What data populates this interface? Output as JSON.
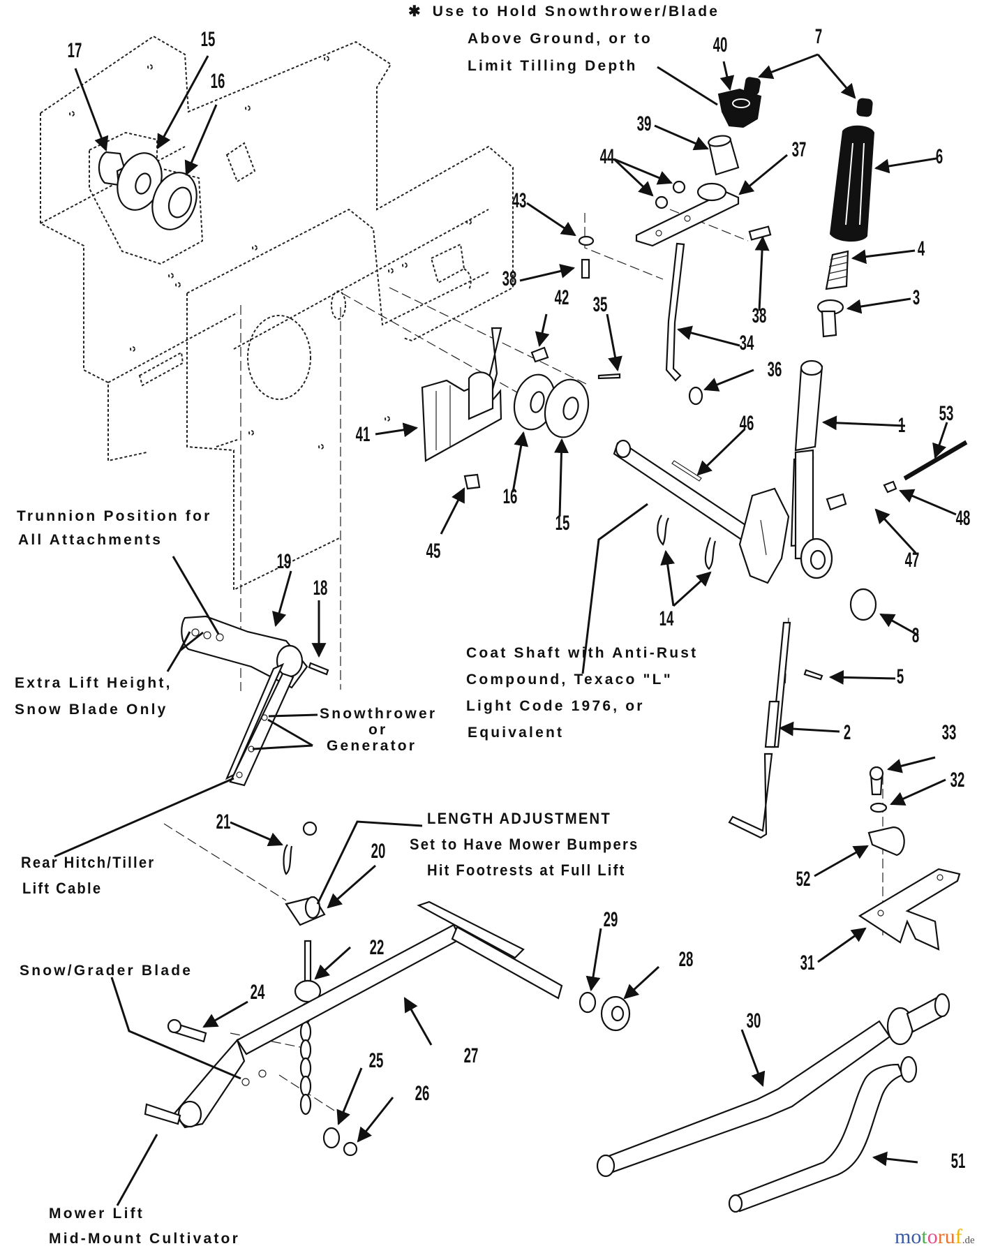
{
  "diagram": {
    "type": "exploded parts diagram",
    "subject": "Lift linkage / attachment lift assembly",
    "notes": {
      "hold_note_marker": "✱",
      "hold_note": [
        "Use to Hold Snowthrower/Blade",
        "Above Ground, or to",
        "Limit Tilling Depth"
      ],
      "trunnion": [
        "Trunnion Position for",
        "All Attachments"
      ],
      "extra_lift": [
        "Extra Lift Height,",
        "Snow Blade Only"
      ],
      "snowthrower": [
        "Snowthrower",
        "or",
        "Generator"
      ],
      "coat_shaft": [
        "Coat Shaft with Anti-Rust",
        "Compound, Texaco \"L\"",
        "Light Code 1976, or",
        "Equivalent"
      ],
      "length_adjustment": [
        "LENGTH ADJUSTMENT",
        "Set to Have Mower Bumpers",
        "Hit Footrests at Full Lift"
      ],
      "rear_hitch": [
        "Rear Hitch/Tiller",
        "Lift Cable"
      ],
      "snow_grader": [
        "Snow/Grader Blade"
      ],
      "mower_lift": [
        "Mower Lift",
        "Mid-Mount Cultivator"
      ]
    },
    "callouts": {
      "c1": "1",
      "c2": "2",
      "c3": "3",
      "c4": "4",
      "c5": "5",
      "c6": "6",
      "c7": "7",
      "c8": "8",
      "c14": "14",
      "c15a": "15",
      "c15b": "15",
      "c16a": "16",
      "c16b": "16",
      "c17": "17",
      "c18": "18",
      "c19": "19",
      "c20": "20",
      "c21": "21",
      "c22": "22",
      "c24": "24",
      "c25": "25",
      "c26": "26",
      "c27": "27",
      "c28": "28",
      "c29": "29",
      "c30": "30",
      "c31": "31",
      "c32": "32",
      "c33": "33",
      "c34": "34",
      "c35": "35",
      "c36": "36",
      "c37": "37",
      "c38a": "38",
      "c38b": "38",
      "c39": "39",
      "c40": "40",
      "c41": "41",
      "c42": "42",
      "c43": "43",
      "c44": "44",
      "c45": "45",
      "c46": "46",
      "c47": "47",
      "c48": "48",
      "c51": "51",
      "c52": "52",
      "c53": "53"
    },
    "watermark": {
      "letters": [
        "m",
        "o",
        "t",
        "o",
        "r",
        "u",
        "f"
      ],
      "colors": [
        "#3b5ba8",
        "#3b5ba8",
        "#4caf50",
        "#e0508f",
        "#e8732c",
        "#e8732c",
        "#f0b400"
      ],
      "tld": ".de"
    }
  }
}
